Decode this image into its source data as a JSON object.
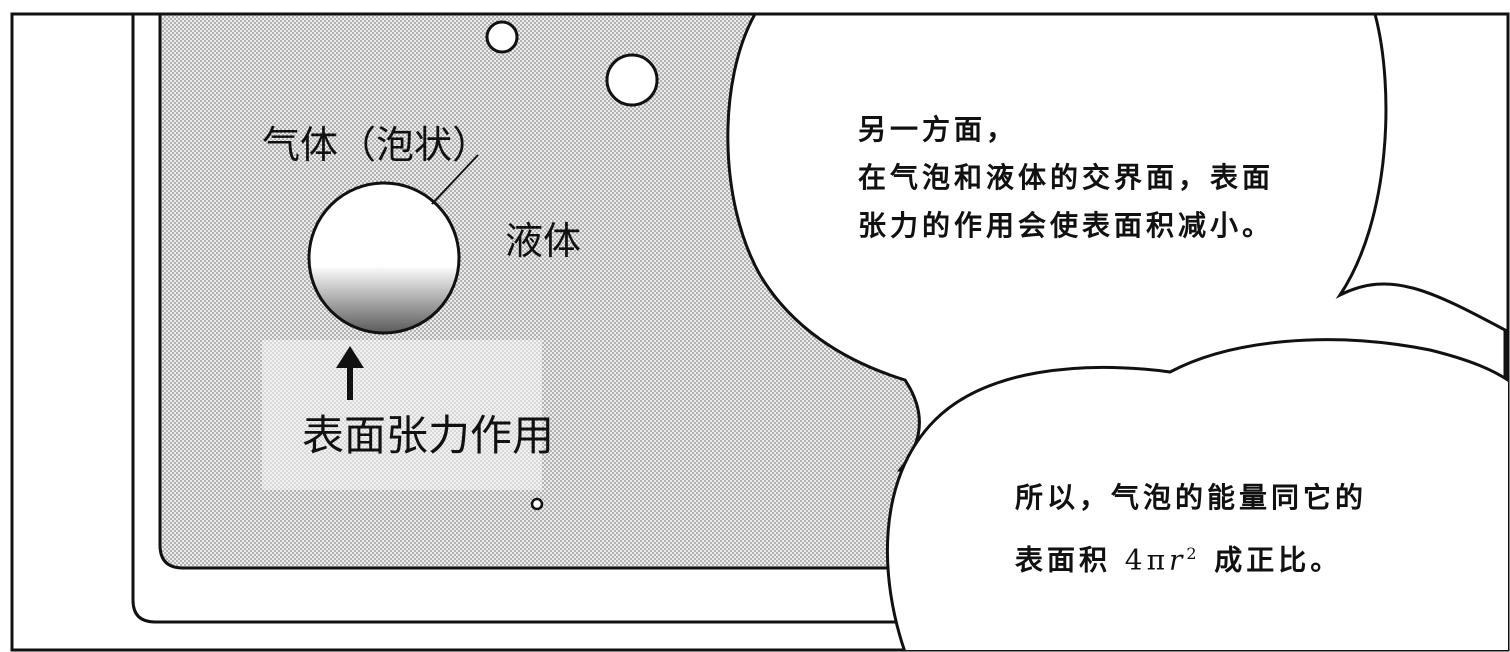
{
  "panel": {
    "gas_label": "气体（泡状）",
    "liquid_label": "液体",
    "tension_label": "表面张力作用"
  },
  "bubble_top": {
    "lines": [
      "另一方面，",
      "在气泡和液体的交界面，表面",
      "张力的作用会使表面积减小。"
    ]
  },
  "bubble_bottom": {
    "line1": "所以，气泡的能量同它的",
    "line2_prefix": "表面积 ",
    "formula_coef": "4π",
    "formula_var": "r",
    "formula_exp": "2",
    "line2_suffix": " 成正比。"
  }
}
